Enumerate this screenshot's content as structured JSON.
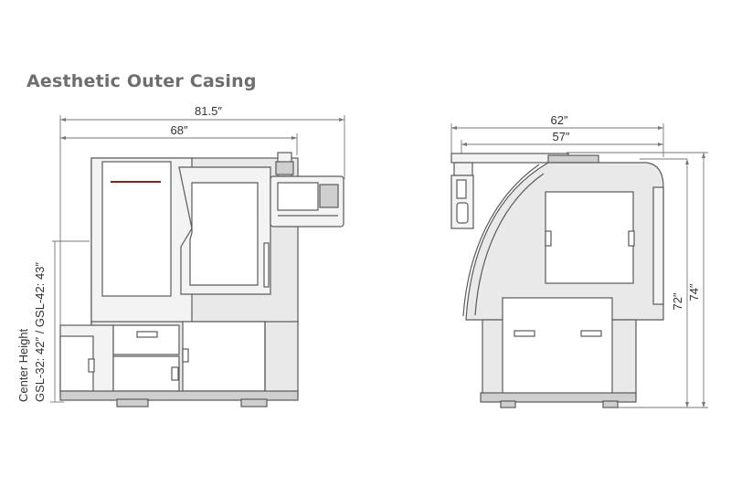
{
  "title": "Aesthetic Outer Casing",
  "front_view": {
    "overall_width": "81.5″",
    "cabinet_width": "68″",
    "center_height_line1": "Center Height",
    "center_height_line2": "GSL-32: 42″ / GSL-42: 43″"
  },
  "side_view": {
    "overall_depth": "62″",
    "cabinet_depth": "57″",
    "height_1": "72″",
    "height_2": "74″"
  },
  "colors": {
    "title": "#6e6e6e",
    "machine_body": "#e9e9e9",
    "outline": "#5a5a5a",
    "accent_handle": "#8b2020"
  }
}
